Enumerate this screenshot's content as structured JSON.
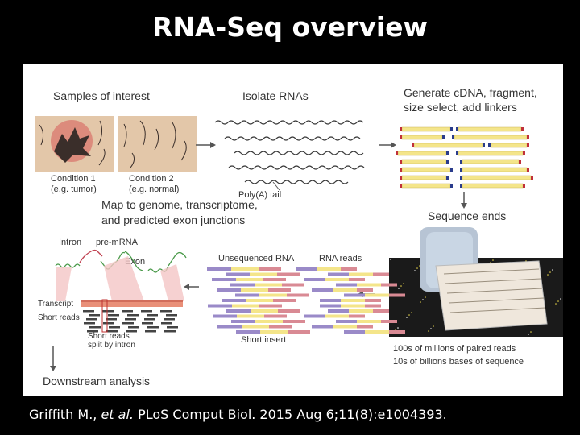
{
  "slide": {
    "title": "RNA-Seq overview"
  },
  "figure": {
    "steps": {
      "samples": "Samples of interest",
      "isolate": "Isolate RNAs",
      "generate_line1": "Generate cDNA, fragment,",
      "generate_line2": "size select, add linkers",
      "sequence": "Sequence ends",
      "map_line1": "Map to genome, transcriptome,",
      "map_line2": "and predicted exon junctions",
      "downstream": "Downstream analysis"
    },
    "labels": {
      "condition1": "Condition 1",
      "condition1_sub": "(e.g. tumor)",
      "condition2": "Condition 2",
      "condition2_sub": "(e.g. normal)",
      "polya": "Poly(A) tail",
      "intron": "Intron",
      "premrna": "pre-mRNA",
      "exon": "Exon",
      "transcript": "Transcript",
      "short_reads": "Short reads",
      "split_line1": "Short reads",
      "split_line2": "split by intron",
      "unsequenced": "Unsequenced RNA",
      "rna_reads": "RNA reads",
      "short_insert": "Short insert",
      "stats_line1": "100s of millions of paired reads",
      "stats_line2": "10s of billions bases of sequence"
    },
    "colors": {
      "yellow": "#f4e58a",
      "red": "#c0303a",
      "blue": "#2a3c8c",
      "purple": "#9a8ac8",
      "pink": "#d98a94",
      "arrow": "#555555"
    }
  },
  "citation": {
    "author": "Griffith M., ",
    "etal": "et al.",
    "rest": " PLoS Comput Biol. 2015 Aug 6;11(8):e1004393."
  }
}
